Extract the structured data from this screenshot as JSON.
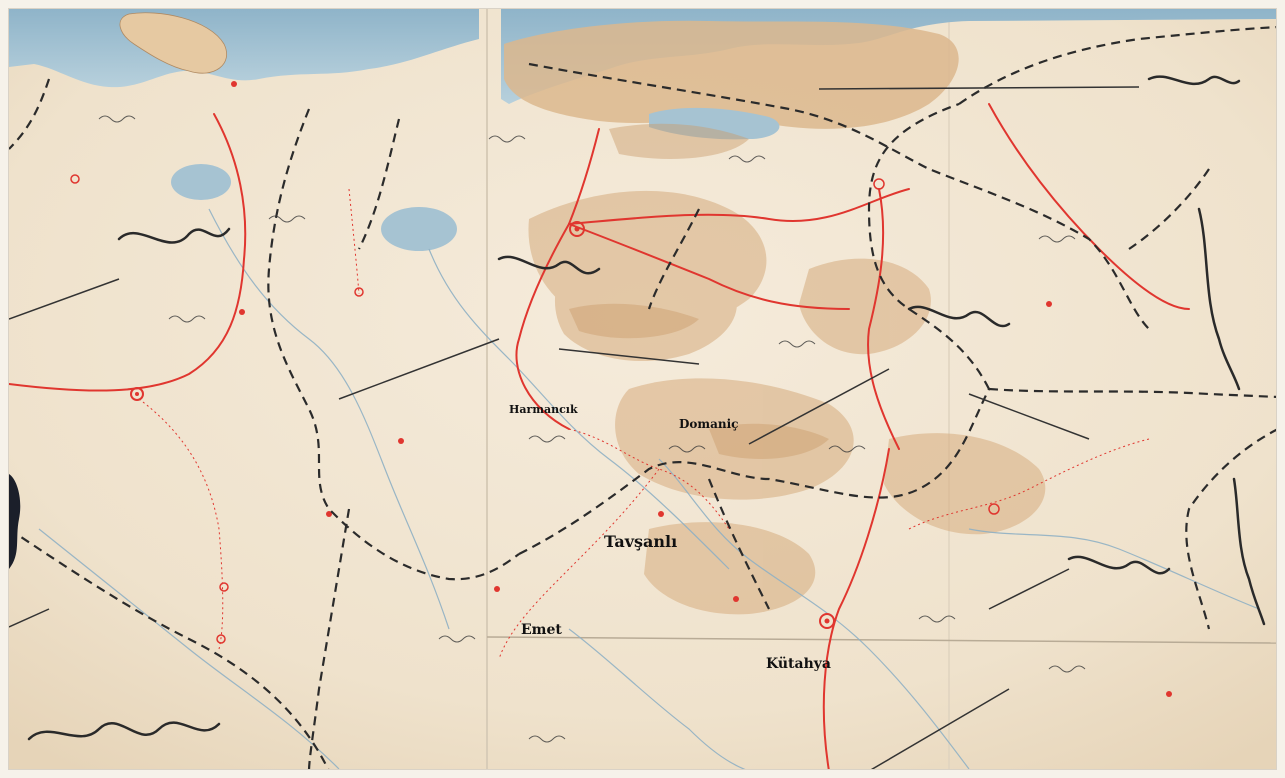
{
  "map": {
    "labels": {
      "harmancik": "Harmancık",
      "domanic": "Domaniç",
      "tavsanli": "Tavşanlı",
      "emet": "Emet",
      "kutahya": "Kütahya"
    },
    "colors": {
      "paper": "#f1e5d1",
      "terrain": "#d9b48a",
      "water": "#a9c7d6",
      "road_red": "#e0362f",
      "river": "#8fb0c4",
      "boundary_dash": "#2b2b2b"
    }
  }
}
